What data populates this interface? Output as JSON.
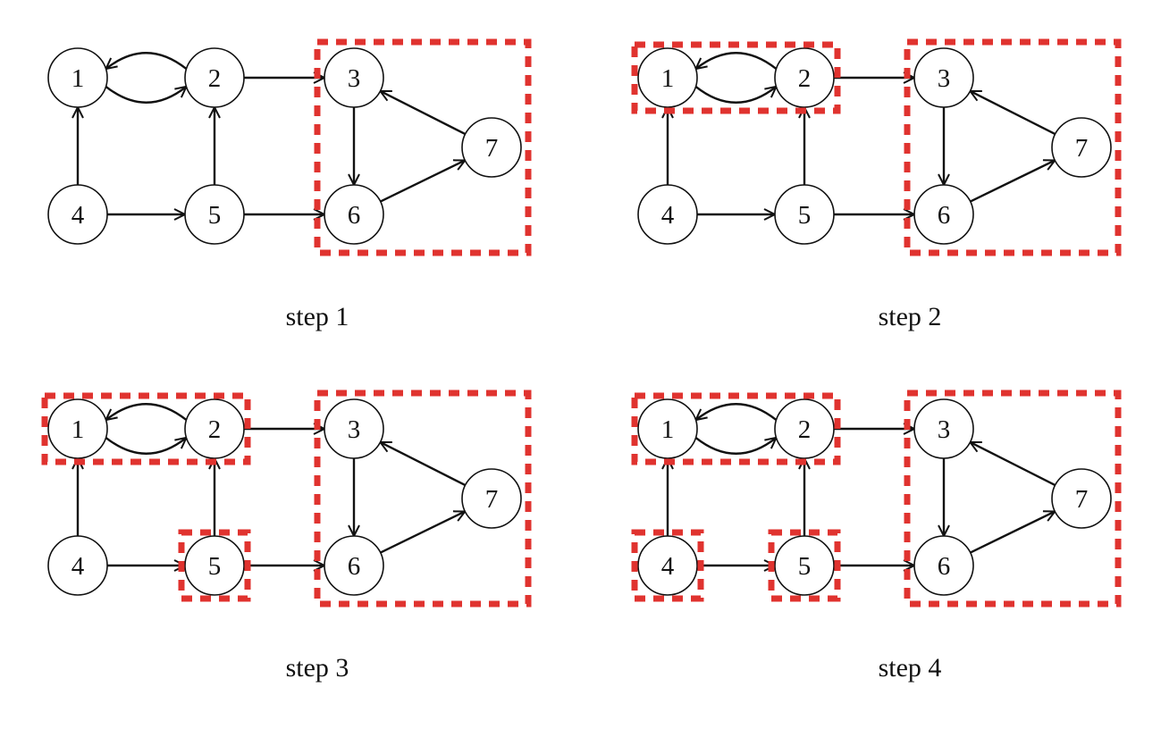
{
  "colors": {
    "ink": "#111111",
    "highlight": "#e0332f",
    "background": "#ffffff"
  },
  "nodes": [
    {
      "id": "1",
      "label": "1"
    },
    {
      "id": "2",
      "label": "2"
    },
    {
      "id": "3",
      "label": "3"
    },
    {
      "id": "4",
      "label": "4"
    },
    {
      "id": "5",
      "label": "5"
    },
    {
      "id": "6",
      "label": "6"
    },
    {
      "id": "7",
      "label": "7"
    }
  ],
  "edges": [
    {
      "from": "1",
      "to": "2"
    },
    {
      "from": "2",
      "to": "1"
    },
    {
      "from": "2",
      "to": "3"
    },
    {
      "from": "3",
      "to": "6"
    },
    {
      "from": "6",
      "to": "7"
    },
    {
      "from": "7",
      "to": "3"
    },
    {
      "from": "4",
      "to": "1"
    },
    {
      "from": "4",
      "to": "5"
    },
    {
      "from": "5",
      "to": "2"
    },
    {
      "from": "5",
      "to": "6"
    }
  ],
  "steps": [
    {
      "caption": "step 1",
      "components": [
        [
          "3",
          "6",
          "7"
        ]
      ]
    },
    {
      "caption": "step 2",
      "components": [
        [
          "3",
          "6",
          "7"
        ],
        [
          "1",
          "2"
        ]
      ]
    },
    {
      "caption": "step 3",
      "components": [
        [
          "3",
          "6",
          "7"
        ],
        [
          "1",
          "2"
        ],
        [
          "5"
        ]
      ]
    },
    {
      "caption": "step 4",
      "components": [
        [
          "3",
          "6",
          "7"
        ],
        [
          "1",
          "2"
        ],
        [
          "5"
        ],
        [
          "4"
        ]
      ]
    }
  ]
}
